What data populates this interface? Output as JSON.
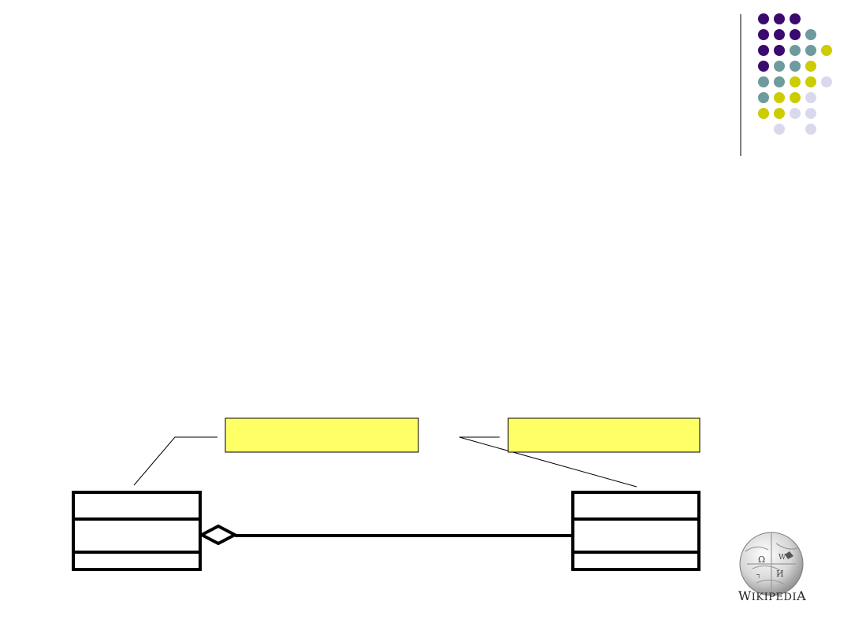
{
  "colors": {
    "purple": "#3b0a6e",
    "teal": "#6d9b9e",
    "olive": "#cccc00",
    "lavender": "#d9d9ee",
    "note_fill": "#ffff66",
    "line": "#000000"
  },
  "dot_grid": [
    [
      "purple",
      "purple",
      "purple",
      null,
      null
    ],
    [
      "purple",
      "purple",
      "purple",
      "teal",
      null
    ],
    [
      "purple",
      "purple",
      "teal",
      "teal",
      "olive"
    ],
    [
      "purple",
      "teal",
      "teal",
      "olive",
      null
    ],
    [
      "teal",
      "teal",
      "olive",
      "olive",
      "lavender"
    ],
    [
      "teal",
      "olive",
      "olive",
      "lavender",
      null
    ],
    [
      "olive",
      "olive",
      "lavender",
      "lavender",
      null
    ],
    [
      null,
      "lavender",
      null,
      "lavender",
      null
    ]
  ],
  "diagram": {
    "relationship": "aggregation",
    "left_class": {
      "compartments": 3
    },
    "right_class": {
      "compartments": 3
    },
    "notes": [
      {
        "text": ""
      },
      {
        "text": ""
      }
    ]
  },
  "logo": {
    "icon": "wikipedia-globe-icon",
    "caption_first": "W",
    "caption_rest": "IKIPEDI",
    "caption_last": "A"
  }
}
